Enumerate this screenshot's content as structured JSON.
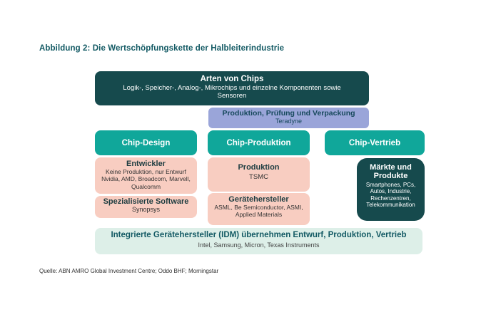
{
  "figure": {
    "title": "Abbildung 2: Die Wertschöpfungskette der Halbleiterindustrie",
    "source": "Quelle: ABN AMRO Global Investment Centre; Oddo BHF; Morningstar"
  },
  "colors": {
    "dark_teal": "#164a4d",
    "teal": "#10a79a",
    "purple": "#9aa5d9",
    "pink": "#f8cdc1",
    "mint": "#ddefe8",
    "heading_teal": "#135a64"
  },
  "diagram": {
    "arten": {
      "title": "Arten von Chips",
      "subtitle": "Logik-, Speicher-, Analog-, Mikrochips und einzelne Komponenten sowie Sensoren"
    },
    "verpackung": {
      "title": "Produktion, Prüfung und Verpackung",
      "subtitle": "Teradyne"
    },
    "columns": [
      {
        "label": "Chip-Design"
      },
      {
        "label": "Chip-Produktion"
      },
      {
        "label": "Chip-Vertrieb"
      }
    ],
    "entwickler": {
      "title": "Entwickler",
      "line1": "Keine Produktion, nur Entwurf",
      "line2": "Nvidia, AMD, Broadcom, Marvell, Qualcomm"
    },
    "software": {
      "title": "Spezialisierte Software",
      "subtitle": "Synopsys"
    },
    "produktion": {
      "title": "Produktion",
      "subtitle": "TSMC"
    },
    "geraete": {
      "title": "Gerätehersteller",
      "subtitle": "ASML, Be Semiconductor, ASMI, Applied Materials"
    },
    "maerkte": {
      "title": "Märkte und Produkte",
      "subtitle": "Smartphones, PCs, Autos, Industrie, Rechenzentren, Telekommunikation"
    },
    "idm": {
      "title": "Integrierte Gerätehersteller (IDM) übernehmen Entwurf, Produktion, Vertrieb",
      "subtitle": "Intel, Samsung, Micron, Texas Instruments"
    }
  }
}
